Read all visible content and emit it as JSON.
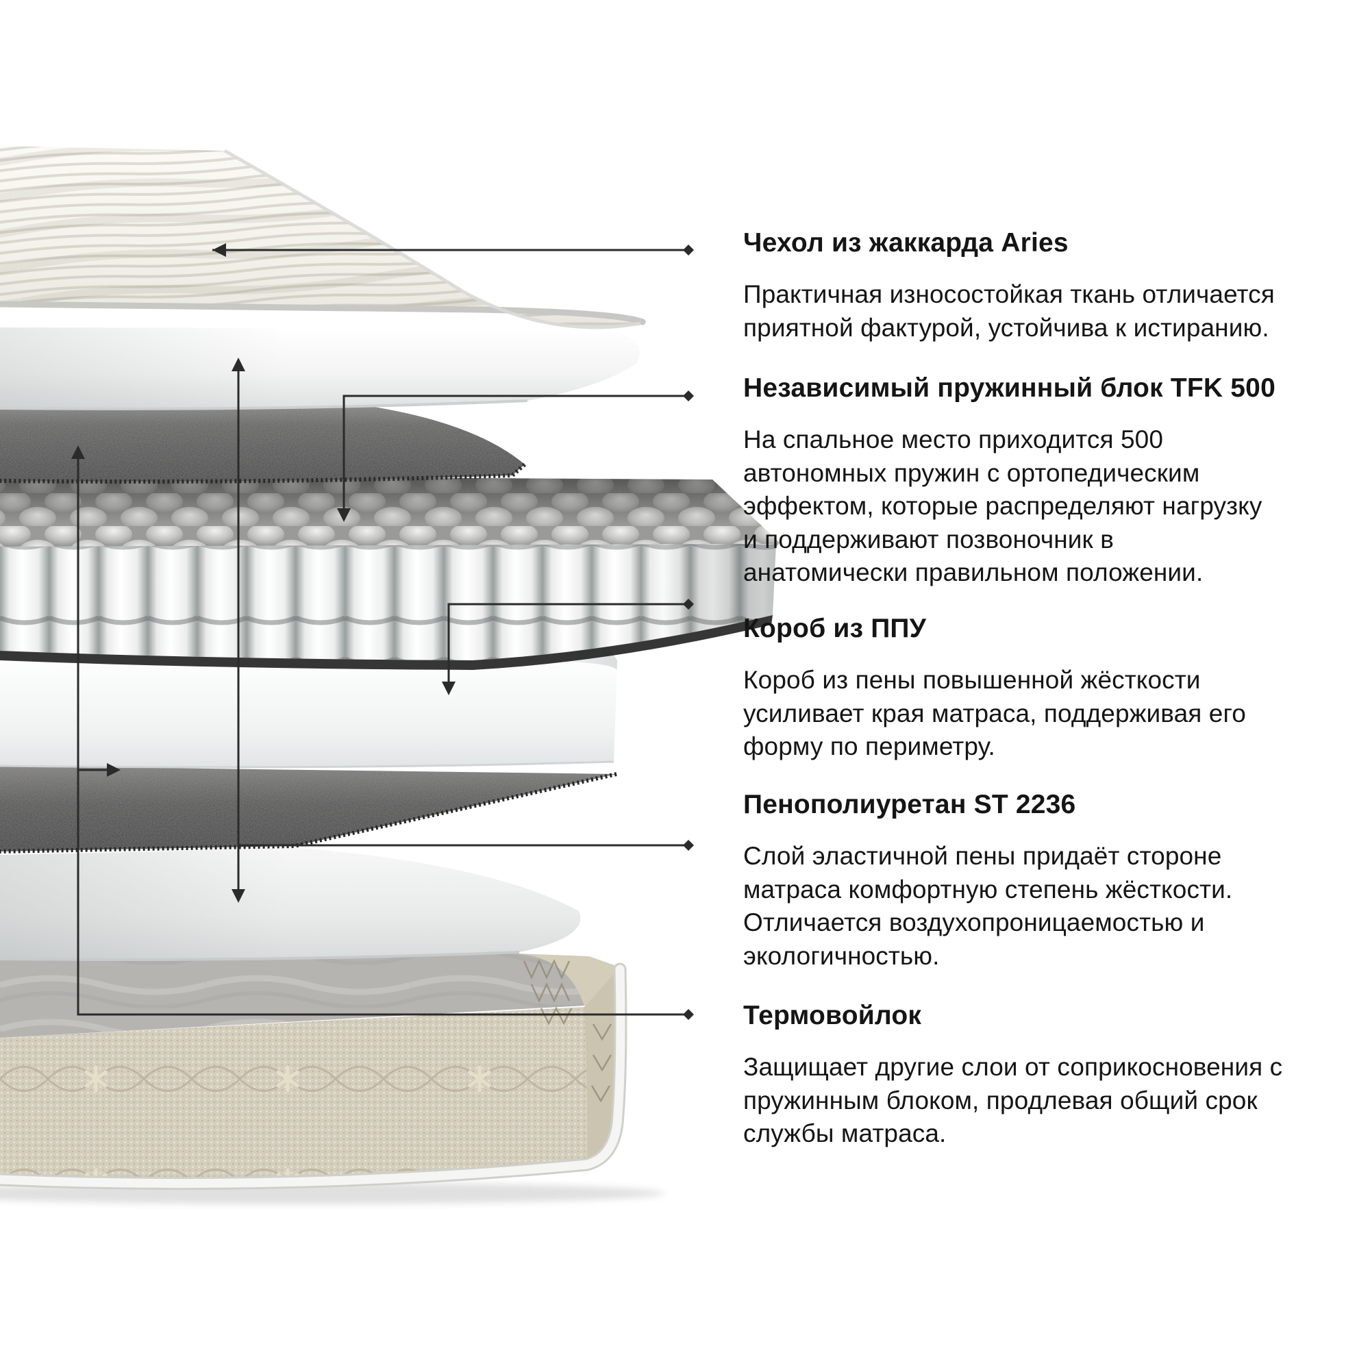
{
  "page": {
    "background": "#ffffff"
  },
  "colors": {
    "text": "#151515",
    "leader_line": "#2b2b2b",
    "felt_dark": "#3f3f3f",
    "foam_white": "#f2f3f3",
    "base_beige": "#d7d0bc"
  },
  "illustration": {
    "name": "mattress-layers-exploded-view",
    "layers": [
      "jacquard-cover",
      "foam-sheet-top",
      "thermofelt-top",
      "independent-spring-block",
      "ppu-foam-box",
      "thermofelt-bottom",
      "foam-sheet-bottom",
      "quilted-base-cover"
    ]
  },
  "sections": [
    {
      "heading": "Чехол из жаккарда Aries",
      "lines": [
        "Практичная износостойкая ткань отличается",
        "приятной фактурой, устойчива к истиранию."
      ]
    },
    {
      "heading": "Независимый пружинный блок TFK 500",
      "lines": [
        "На спальное место приходится 500",
        "автономных пружин с ортопедическим",
        "эффектом, которые распределяют нагрузку",
        "и поддерживают позвоночник в",
        "анатомически правильном положении."
      ]
    },
    {
      "heading": "Короб из ППУ",
      "lines": [
        "Короб из пены повышенной жёсткости",
        "усиливает края матраса, поддерживая его",
        "форму по периметру."
      ]
    },
    {
      "heading": "Пенополиуретан ST 2236",
      "lines": [
        "Слой эластичной пены придаёт стороне",
        "матраса комфортную степень жёсткости.",
        "Отличается воздухопроницаемостью и",
        "экологичностью."
      ]
    },
    {
      "heading": "Термовойлок",
      "lines": [
        "Защищает другие слои от соприкосновения с",
        "пружинным блоком, продлевая общий срок",
        "службы матраса."
      ]
    }
  ]
}
